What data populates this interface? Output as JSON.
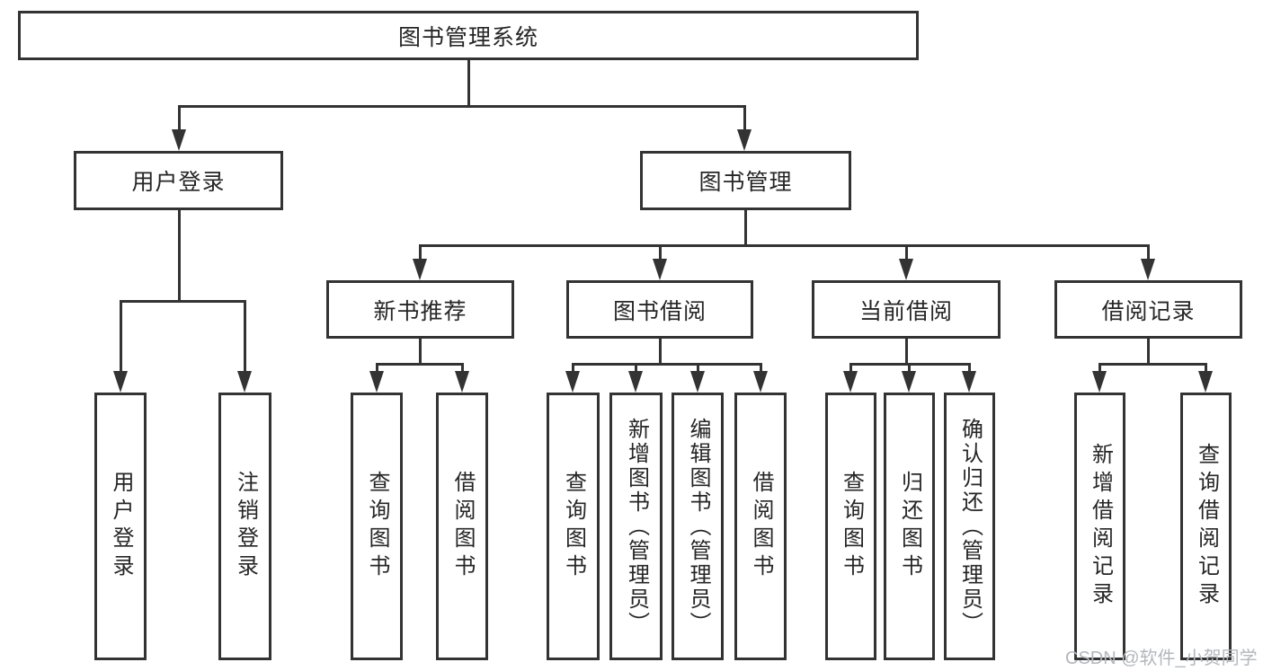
{
  "diagram": {
    "title": "图书管理系统",
    "root": {
      "id": "library-management-system",
      "label": "图书管理系统"
    },
    "level2": [
      {
        "id": "user-login",
        "label": "用户登录",
        "parent": "library-management-system"
      },
      {
        "id": "book-management",
        "label": "图书管理",
        "parent": "library-management-system"
      }
    ],
    "level3": [
      {
        "id": "new-book-recommend",
        "label": "新书推荐",
        "parent": "book-management"
      },
      {
        "id": "book-borrow",
        "label": "图书借阅",
        "parent": "book-management"
      },
      {
        "id": "current-borrow",
        "label": "当前借阅",
        "parent": "book-management"
      },
      {
        "id": "borrow-record",
        "label": "借阅记录",
        "parent": "book-management"
      }
    ],
    "leaves": [
      {
        "id": "user-login-action",
        "label": "用户登录",
        "parent": "user-login"
      },
      {
        "id": "logout-action",
        "label": "注销登录",
        "parent": "user-login"
      },
      {
        "id": "query-book-recommend",
        "label": "查询图书",
        "parent": "new-book-recommend"
      },
      {
        "id": "borrow-book-recommend",
        "label": "借阅图书",
        "parent": "new-book-recommend"
      },
      {
        "id": "query-book-borrow",
        "label": "查询图书",
        "parent": "book-borrow"
      },
      {
        "id": "add-book-admin",
        "label": "新增图书（管理员）",
        "parent": "book-borrow"
      },
      {
        "id": "edit-book-admin",
        "label": "编辑图书（管理员）",
        "parent": "book-borrow"
      },
      {
        "id": "borrow-book-borrow",
        "label": "借阅图书",
        "parent": "book-borrow"
      },
      {
        "id": "query-book-current",
        "label": "查询图书",
        "parent": "current-borrow"
      },
      {
        "id": "return-book",
        "label": "归还图书",
        "parent": "current-borrow"
      },
      {
        "id": "confirm-return-admin",
        "label": "确认归还（管理员）",
        "parent": "current-borrow"
      },
      {
        "id": "add-borrow-record",
        "label": "新增借阅记录",
        "parent": "borrow-record"
      },
      {
        "id": "query-borrow-record",
        "label": "查询借阅记录",
        "parent": "borrow-record"
      }
    ]
  },
  "watermark": {
    "text": "CSDN @软件_小贺同学"
  },
  "colors": {
    "line": "#333333",
    "text": "#262626",
    "background": "#ffffff",
    "watermark": "#b3b7bd"
  }
}
